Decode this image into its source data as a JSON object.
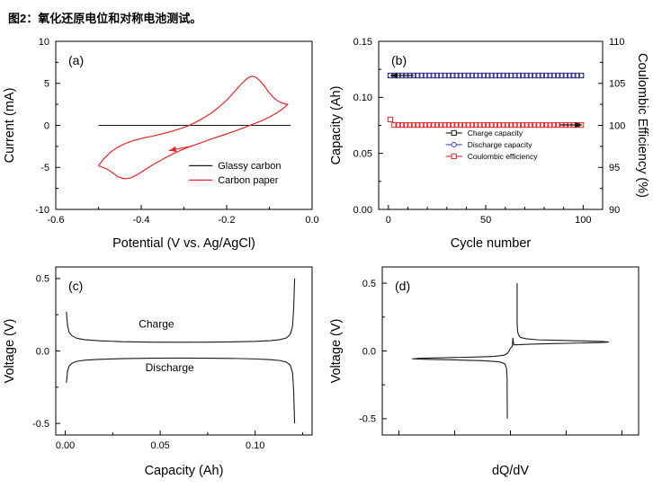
{
  "page": {
    "title": "图2：氧化还原电位和对称电池测试。"
  },
  "chart_data": [
    {
      "id": "a",
      "type": "line",
      "panel_label": "(a)",
      "xlabel": "Potential (V vs. Ag/AgCl)",
      "ylabel": "Current (mA)",
      "xlim": [
        -0.6,
        0.0
      ],
      "ylim": [
        -10,
        10
      ],
      "xticks": [
        -0.6,
        -0.4,
        -0.2,
        0.0
      ],
      "xtick_labels": [
        "-0.6",
        "-0.4",
        "-0.2",
        "0.0"
      ],
      "xminor": [
        -0.5,
        -0.3,
        -0.1
      ],
      "yticks": [
        -10,
        -5,
        0,
        5,
        10
      ],
      "ytick_labels": [
        "-10",
        "-5",
        "0",
        "5",
        "10"
      ],
      "yminor": [
        -7.5,
        -2.5,
        2.5,
        7.5
      ],
      "series": [
        {
          "name": "Glassy carbon",
          "color": "#1a1a1a",
          "width": 1,
          "x": [
            -0.5,
            -0.05
          ],
          "y": [
            0,
            0
          ]
        },
        {
          "name": "Carbon paper",
          "color": "#e8262a",
          "width": 1.2,
          "x": [
            -0.5,
            -0.488,
            -0.472,
            -0.455,
            -0.435,
            -0.415,
            -0.395,
            -0.375,
            -0.355,
            -0.335,
            -0.315,
            -0.295,
            -0.275,
            -0.255,
            -0.235,
            -0.215,
            -0.198,
            -0.182,
            -0.168,
            -0.156,
            -0.147,
            -0.139,
            -0.131,
            -0.122,
            -0.112,
            -0.102,
            -0.092,
            -0.082,
            -0.072,
            -0.063,
            -0.057,
            -0.068,
            -0.082,
            -0.098,
            -0.116,
            -0.136,
            -0.158,
            -0.182,
            -0.208,
            -0.235,
            -0.262,
            -0.29,
            -0.318,
            -0.345,
            -0.37,
            -0.392,
            -0.41,
            -0.425,
            -0.44,
            -0.455,
            -0.468,
            -0.48,
            -0.49,
            -0.5
          ],
          "y": [
            -4.8,
            -4.0,
            -3.2,
            -2.6,
            -2.1,
            -1.75,
            -1.5,
            -1.3,
            -1.05,
            -0.8,
            -0.5,
            -0.15,
            0.3,
            0.85,
            1.5,
            2.3,
            3.1,
            4.0,
            4.8,
            5.4,
            5.75,
            5.85,
            5.7,
            5.3,
            4.7,
            4.0,
            3.4,
            2.95,
            2.7,
            2.55,
            2.5,
            2.0,
            1.5,
            1.05,
            0.6,
            0.2,
            -0.25,
            -0.7,
            -1.15,
            -1.6,
            -2.1,
            -2.6,
            -3.2,
            -3.9,
            -4.6,
            -5.3,
            -5.9,
            -6.25,
            -6.35,
            -6.1,
            -5.6,
            -5.2,
            -5.0,
            -4.8
          ]
        }
      ],
      "legend": {
        "x": 0.52,
        "y": 0.74,
        "dy": 16,
        "sw": 26,
        "font": 11,
        "entries": [
          {
            "label": "Glassy carbon",
            "color": "#1a1a1a"
          },
          {
            "label": "Carbon paper",
            "color": "#e8262a"
          }
        ]
      },
      "annotations": [
        {
          "type": "arrow",
          "color": "#e8262a",
          "x1": -0.28,
          "y1": -2.45,
          "x2": -0.335,
          "y2": -3.0
        }
      ]
    },
    {
      "id": "b",
      "type": "scatter",
      "panel_label": "(b)",
      "xlabel": "Cycle number",
      "ylabel": "Capacity (Ah)",
      "xlim": [
        -5,
        110
      ],
      "ylim": [
        0,
        0.15
      ],
      "xticks": [
        0,
        50,
        100
      ],
      "xtick_labels": [
        "0",
        "50",
        "100"
      ],
      "xminor": [
        10,
        20,
        30,
        40,
        60,
        70,
        80,
        90
      ],
      "yticks": [
        0,
        0.05,
        0.1,
        0.15
      ],
      "ytick_labels": [
        "0.00",
        "0.05",
        "0.10",
        "0.15"
      ],
      "yminor": [
        0.025,
        0.075,
        0.125
      ],
      "y2": {
        "label": "Coulombic Efficiency (%)",
        "lim": [
          90,
          110
        ],
        "ticks": [
          90,
          95,
          100,
          105,
          110
        ],
        "tick_labels": [
          "90",
          "95",
          "100",
          "105",
          "110"
        ],
        "minor": [
          92.5,
          97.5,
          102.5,
          107.5
        ]
      },
      "series": [
        {
          "name": "Charge capacity",
          "color": "#1a1a1a",
          "marker": "square",
          "x_range": {
            "start": 1,
            "end": 99,
            "step": 2
          },
          "y_const": 0.1195
        },
        {
          "name": "Discharge capacity",
          "color": "#4444bb",
          "marker": "circle",
          "x_range": {
            "start": 1,
            "end": 99,
            "step": 2
          },
          "y_const": 0.1195
        },
        {
          "name": "Coulombic efficiency",
          "color": "#e8262a",
          "marker": "square",
          "yaxis": "right",
          "x_range": {
            "start": 1,
            "end": 99,
            "step": 2
          },
          "y_const": 100.05,
          "overrides": [
            [
              1,
              100.7
            ]
          ]
        }
      ],
      "legend": {
        "x": 0.3,
        "y": 0.545,
        "dy": 13,
        "sw": 18,
        "font": 8.5,
        "entries": [
          {
            "label": "Charge capacity",
            "color": "#1a1a1a",
            "marker": "square"
          },
          {
            "label": "Discharge capacity",
            "color": "#4444bb",
            "marker": "circle"
          },
          {
            "label": "Coulombic efficiency",
            "color": "#e8262a",
            "marker": "square"
          }
        ]
      },
      "annotations": [
        {
          "type": "arrow",
          "color": "#1a1a1a",
          "x1": 13,
          "y1": 0.1195,
          "x2": 1,
          "y2": 0.1195
        },
        {
          "type": "arrow",
          "color": "#1a1a1a",
          "yaxis": "right",
          "x1": 88,
          "y1": 100.05,
          "x2": 99.5,
          "y2": 100.05
        }
      ]
    },
    {
      "id": "c",
      "type": "line",
      "panel_label": "(c)",
      "xlabel": "Capacity (Ah)",
      "ylabel": "Voltage (V)",
      "xlim": [
        -0.005,
        0.13
      ],
      "ylim": [
        -0.58,
        0.58
      ],
      "xticks": [
        0.0,
        0.05,
        0.1
      ],
      "xtick_labels": [
        "0.00",
        "0.05",
        "0.10"
      ],
      "xminor": [
        0.025,
        0.075,
        0.125
      ],
      "yticks": [
        -0.5,
        0.0,
        0.5
      ],
      "ytick_labels": [
        "-0.5",
        "0.0",
        "0.5"
      ],
      "yminor": [
        -0.25,
        0.25
      ],
      "series": [
        {
          "name": "Charge",
          "color": "#1a1a1a",
          "width": 1.1,
          "x": [
            0.0006,
            0.0012,
            0.002,
            0.0035,
            0.006,
            0.01,
            0.018,
            0.03,
            0.045,
            0.06,
            0.075,
            0.09,
            0.1,
            0.108,
            0.113,
            0.1165,
            0.1185,
            0.1197,
            0.1203,
            0.1208
          ],
          "y": [
            0.27,
            0.175,
            0.13,
            0.105,
            0.088,
            0.078,
            0.07,
            0.064,
            0.061,
            0.06,
            0.061,
            0.063,
            0.066,
            0.071,
            0.078,
            0.09,
            0.115,
            0.17,
            0.3,
            0.5
          ]
        },
        {
          "name": "Discharge",
          "color": "#1a1a1a",
          "width": 1.1,
          "x": [
            0.0006,
            0.0012,
            0.002,
            0.0035,
            0.006,
            0.01,
            0.018,
            0.03,
            0.045,
            0.06,
            0.075,
            0.09,
            0.1,
            0.108,
            0.113,
            0.1165,
            0.1185,
            0.1197,
            0.1203,
            0.1208
          ],
          "y": [
            -0.22,
            -0.14,
            -0.105,
            -0.085,
            -0.072,
            -0.064,
            -0.058,
            -0.053,
            -0.05,
            -0.049,
            -0.05,
            -0.052,
            -0.055,
            -0.06,
            -0.066,
            -0.077,
            -0.098,
            -0.15,
            -0.28,
            -0.5
          ]
        }
      ],
      "annotations": [
        {
          "type": "text",
          "text": "Charge",
          "x": 0.048,
          "y": 0.16,
          "font": 12,
          "color": "#000000"
        },
        {
          "type": "text",
          "text": "Discharge",
          "x": 0.055,
          "y": -0.14,
          "font": 12,
          "color": "#000000"
        }
      ]
    },
    {
      "id": "d",
      "type": "line",
      "panel_label": "(d)",
      "xlabel": "dQ/dV",
      "ylabel": "Voltage (V)",
      "xlim": [
        -1.15,
        1.15
      ],
      "ylim": [
        -0.62,
        0.62
      ],
      "xticks": [
        -1,
        -0.5,
        0,
        0.5,
        1
      ],
      "xtick_labels": [
        "",
        "",
        "",
        "",
        ""
      ],
      "yticks": [
        -0.5,
        0.0,
        0.5
      ],
      "ytick_labels": [
        "-0.5",
        "0.0",
        "0.5"
      ],
      "yminor": [
        -0.25,
        0.25
      ],
      "series": [
        {
          "name": "dQ/dV curve",
          "color": "#1a1a1a",
          "width": 1.1,
          "x": [
            0.06,
            0.06,
            0.065,
            0.075,
            0.09,
            0.14,
            0.25,
            0.45,
            0.65,
            0.82,
            0.88,
            0.8,
            0.6,
            0.38,
            0.18,
            0.07,
            0.03,
            0.022,
            0.018,
            0.012,
            0.0,
            -0.012,
            -0.03,
            -0.06,
            -0.15,
            -0.35,
            -0.6,
            -0.82,
            -0.88,
            -0.75,
            -0.5,
            -0.25,
            -0.1,
            -0.05,
            -0.035,
            -0.03,
            -0.028
          ],
          "y": [
            0.5,
            0.2,
            0.14,
            0.115,
            0.1,
            0.09,
            0.082,
            0.078,
            0.074,
            0.07,
            0.066,
            0.062,
            0.058,
            0.054,
            0.05,
            0.046,
            0.045,
            0.095,
            0.04,
            0.03,
            0.02,
            0.0,
            -0.02,
            -0.032,
            -0.04,
            -0.046,
            -0.05,
            -0.054,
            -0.058,
            -0.062,
            -0.066,
            -0.072,
            -0.08,
            -0.095,
            -0.13,
            -0.2,
            -0.5
          ]
        }
      ],
      "annotations": []
    }
  ]
}
